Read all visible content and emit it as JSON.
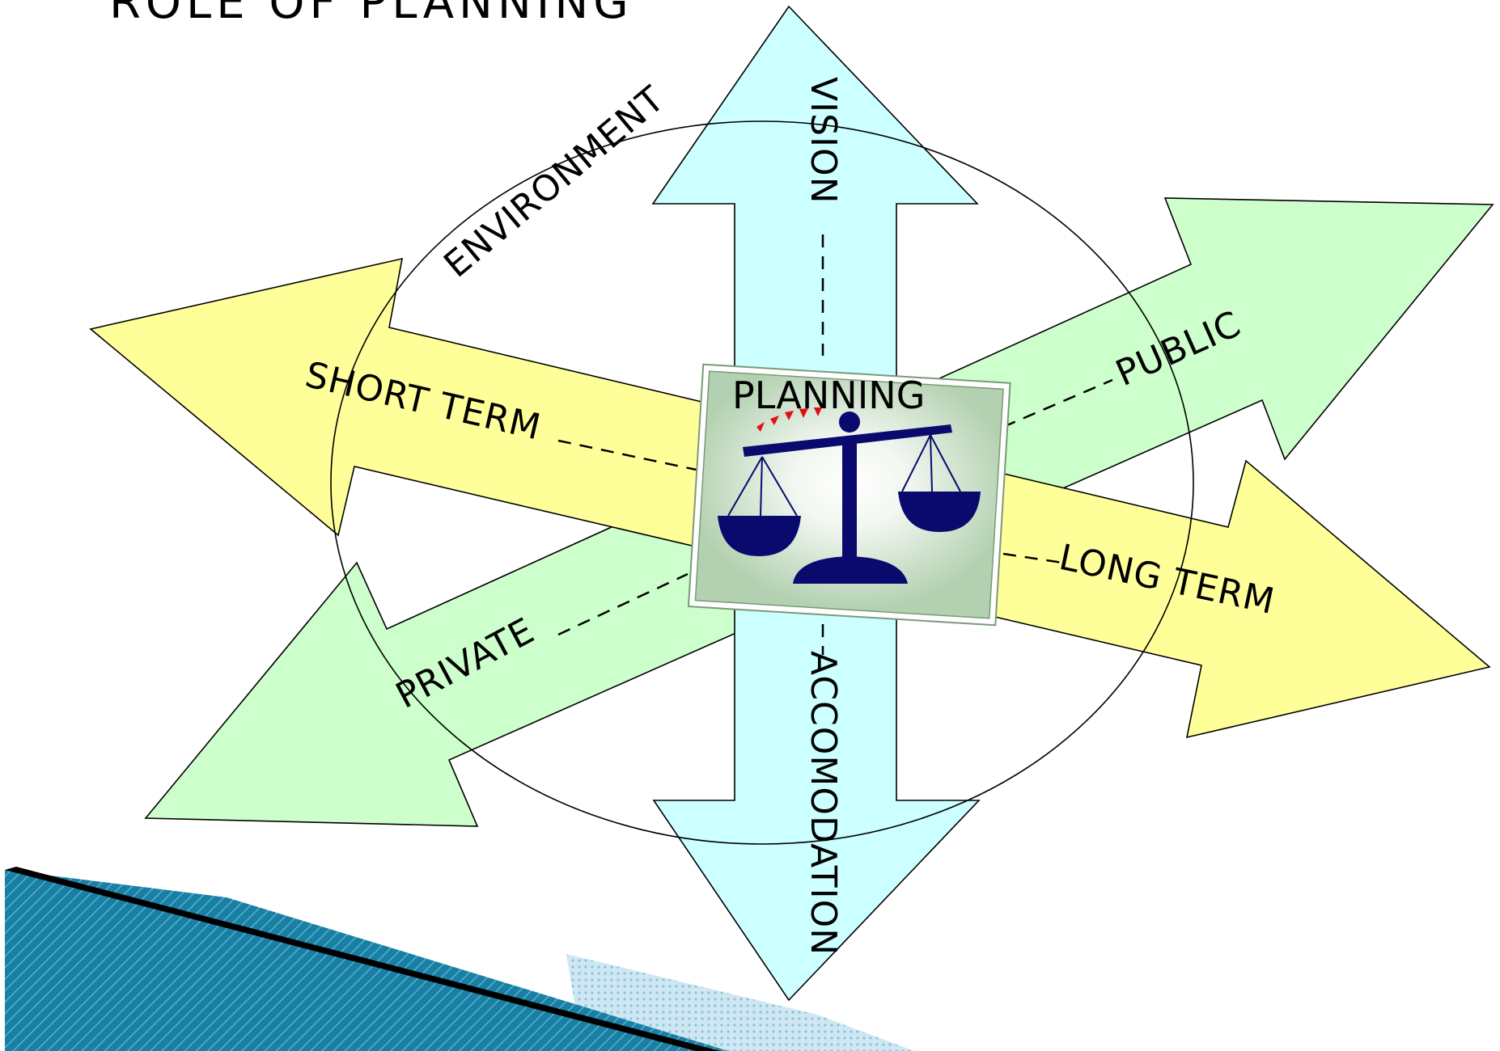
{
  "slide": {
    "title": "ROLE OF PLANNING"
  },
  "diagram": {
    "center_label": "PLANNING",
    "labels": {
      "top": "VISION",
      "bottom": "ACCOMODATION",
      "left": "SHORT TERM",
      "right": "LONG TERM",
      "upper_right": "PUBLIC",
      "lower_left": "PRIVATE",
      "circle": "ENVIRONMENT"
    },
    "colors": {
      "vertical_arrow": "#ccffff",
      "horizontal_arrow": "#ffff99",
      "diagonal_arrow": "#ccffcc",
      "scale": "#0a0a6e",
      "card": "#b3d1b0",
      "corner_banner": "#1b7fa3"
    },
    "icons": [
      "balance-scale-icon"
    ]
  }
}
